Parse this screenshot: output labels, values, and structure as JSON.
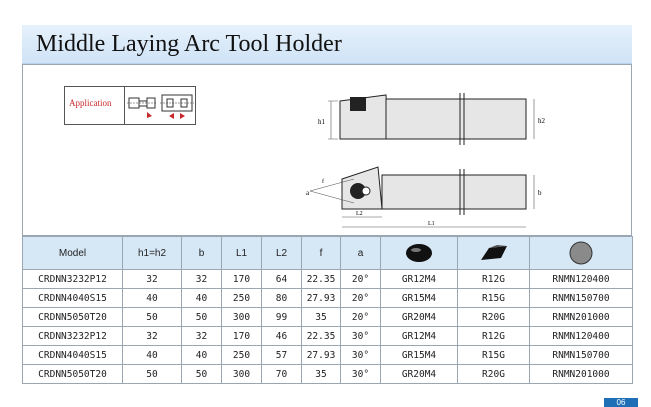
{
  "header": {
    "title": "Middle Laying Arc Tool Holder"
  },
  "application": {
    "label": "Application"
  },
  "drawing": {
    "labels": {
      "h1": "h1",
      "h2": "h2",
      "b": "b",
      "a": "a",
      "f": "f",
      "l2": "L2",
      "l1": "L1"
    }
  },
  "table": {
    "headers": [
      "Model",
      "h1=h2",
      "b",
      "L1",
      "L2",
      "f",
      "a"
    ],
    "icon_headers": [
      "insert-round-icon",
      "clamp-wedge-icon",
      "round-insert-disc-icon"
    ],
    "rows": [
      [
        "CRDNN3232P12",
        "32",
        "32",
        "170",
        "64",
        "22.35",
        "20°",
        "GR12M4",
        "R12G",
        "RNMN120400"
      ],
      [
        "CRDNN4040S15",
        "40",
        "40",
        "250",
        "80",
        "27.93",
        "20°",
        "GR15M4",
        "R15G",
        "RNMN150700"
      ],
      [
        "CRDNN5050T20",
        "50",
        "50",
        "300",
        "99",
        "35",
        "20°",
        "GR20M4",
        "R20G",
        "RNMN201000"
      ],
      [
        "CRDNN3232P12",
        "32",
        "32",
        "170",
        "46",
        "22.35",
        "30°",
        "GR12M4",
        "R12G",
        "RNMN120400"
      ],
      [
        "CRDNN4040S15",
        "40",
        "40",
        "250",
        "57",
        "27.93",
        "30°",
        "GR15M4",
        "R15G",
        "RNMN150700"
      ],
      [
        "CRDNN5050T20",
        "50",
        "50",
        "300",
        "70",
        "35",
        "30°",
        "GR20M4",
        "R20G",
        "RNMN201000"
      ]
    ]
  },
  "footer": {
    "page": "06"
  },
  "colors": {
    "title_bg": "#cfe3f6",
    "header_bg": "#d6e7f6",
    "accent_red": "#c8282a",
    "badge": "#1f6fb7"
  }
}
